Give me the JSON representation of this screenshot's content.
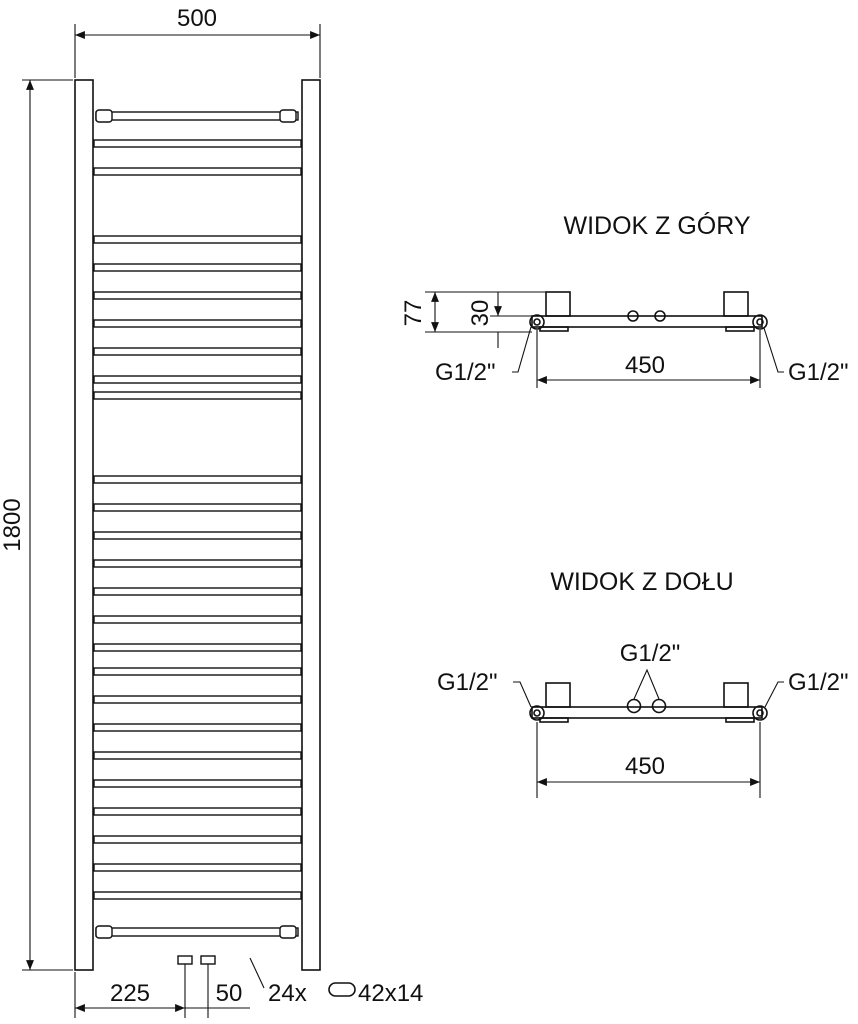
{
  "front_view": {
    "width_label": "500",
    "height_label": "1800",
    "left_offset_label": "225",
    "spacing_label": "50",
    "bar_spec": {
      "count_label": "24x",
      "size_label": "42x14"
    }
  },
  "top_view": {
    "title": "WIDOK Z GÓRY",
    "depth_label": "77",
    "wall_label": "30",
    "span_label": "450",
    "left_connection": "G1/2\"",
    "right_connection": "G1/2\""
  },
  "bottom_view": {
    "title": "WIDOK Z DOŁU",
    "span_label": "450",
    "left_connection": "G1/2\"",
    "center_connection": "G1/2\"",
    "right_connection": "G1/2\""
  }
}
